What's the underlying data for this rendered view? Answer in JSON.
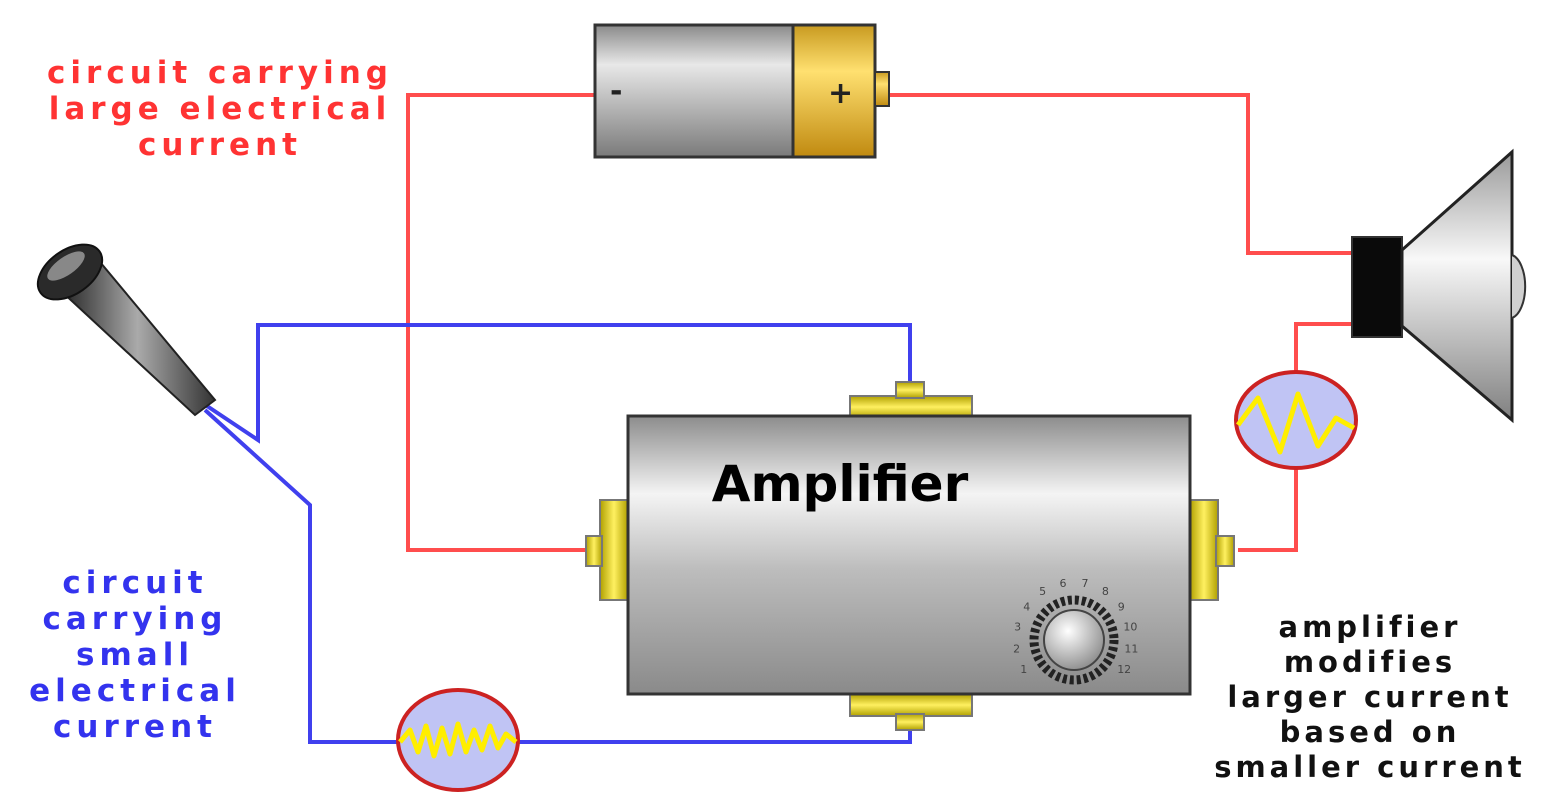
{
  "labels": {
    "large_circuit": "circuit carrying\nlarge electrical\ncurrent",
    "small_circuit": "circuit\ncarrying\nsmall\nelectrical\ncurrent",
    "amplifier_note": "amplifier\nmodifies\nlarger current\nbased on\nsmaller current"
  },
  "amplifier": {
    "title": "Amplifier",
    "dial_numbers": [
      "1",
      "2",
      "3",
      "4",
      "5",
      "6",
      "7",
      "8",
      "9",
      "10",
      "11",
      "12"
    ]
  },
  "battery": {
    "negative": "-",
    "positive": "+"
  },
  "colors": {
    "large_circuit_wire": "#ff4d4d",
    "small_circuit_wire": "#4040ee",
    "signal_wave": "#ffee00",
    "meter_fill": "#c0c4f4",
    "terminal": "#e8d800"
  }
}
